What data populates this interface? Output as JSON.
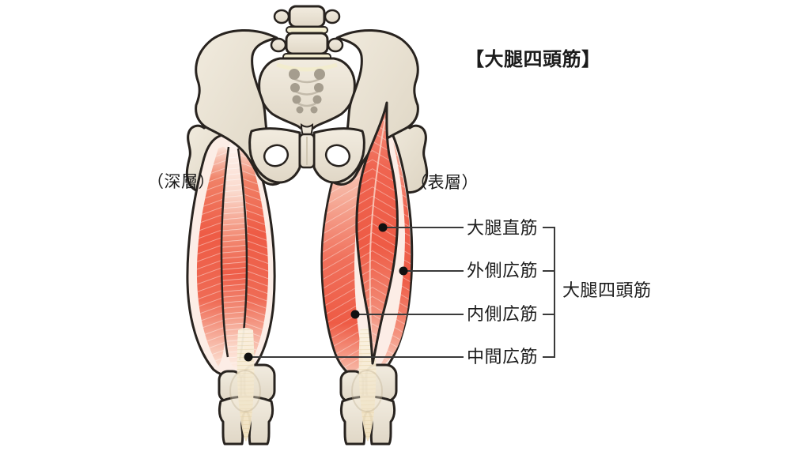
{
  "figure": {
    "title": "【大腿四頭筋】",
    "view_labels": {
      "deep": "（深層）",
      "surface": "（表層）"
    },
    "muscle_labels": [
      {
        "id": "rectus-femoris",
        "text": "大腿直筋"
      },
      {
        "id": "vastus-lateralis",
        "text": "外側広筋"
      },
      {
        "id": "vastus-medialis",
        "text": "内側広筋"
      },
      {
        "id": "vastus-intermedius",
        "text": "中間広筋"
      }
    ],
    "group_label": "大腿四頭筋"
  },
  "colors": {
    "background": "#FFFFFF",
    "muscle_red": "#EE5B45",
    "muscle_light": "#FBDFD4",
    "bone": "#ECE5D6",
    "bone_shadow": "#D8CFBD",
    "outline": "#28231F",
    "leader_line": "#3A3A3A",
    "text": "#1B1B1B",
    "disc": "#F2ECCE",
    "tendon": "#F3E7C9",
    "foramen": "#A59D8E"
  }
}
